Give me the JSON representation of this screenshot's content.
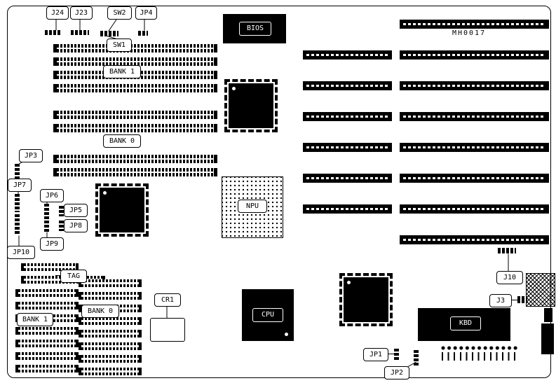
{
  "diagram": {
    "part_number": "MH0017",
    "callouts": {
      "j24": "J24",
      "j23": "J23",
      "sw2": "SW2",
      "jp4": "JP4",
      "sw1": "SW1",
      "jp3": "JP3",
      "jp7": "JP7",
      "jp6": "JP6",
      "jp5": "JP5",
      "jp8": "JP8",
      "jp9": "JP9",
      "jp10": "JP10",
      "tag": "TAG",
      "cr1": "CR1",
      "j10": "J10",
      "j3": "J3",
      "jp1": "JP1",
      "jp2": "JP2"
    },
    "components": {
      "bios": "BIOS",
      "npu": "NPU",
      "cpu": "CPU",
      "kbd": "KBD",
      "bank1_simm": "BANK 1",
      "bank0_simm": "BANK 0",
      "bank1_dip": "BANK 1",
      "bank0_dip": "BANK 0"
    }
  }
}
